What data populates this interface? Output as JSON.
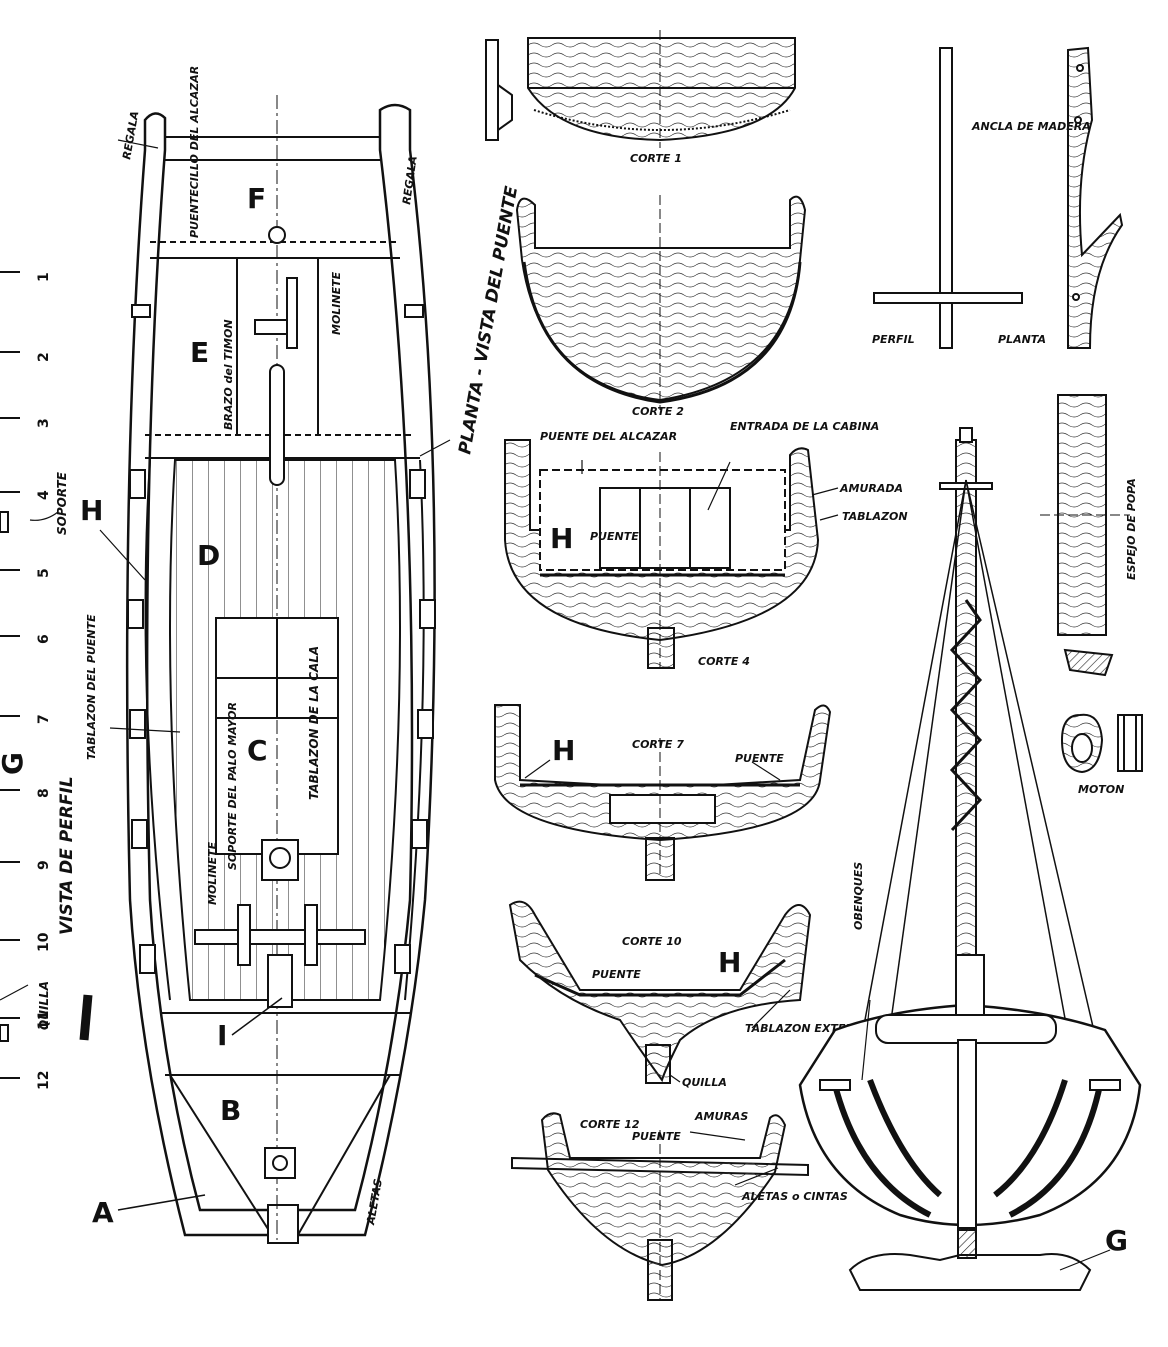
{
  "plan_view": {
    "title": "PLANTA - VISTA DEL PUENTE",
    "letters": {
      "f": "F",
      "e": "E",
      "d": "D",
      "c": "C",
      "b": "B",
      "h": "H",
      "i": "I",
      "a": "A"
    },
    "labels": {
      "regala_top": "REGALA",
      "regala_side": "REGALA",
      "puentecillo": "PUENTECILLO DEL ALCAZAR",
      "molinete_top": "MOLINETE",
      "brazo": "BRAZO del TIMON",
      "tablazon_cala": "TABLAZON DE LA CALA",
      "soporte_palo": "SOPORTE DEL PALO MAYOR",
      "molinete_bottom": "MOLINETE",
      "tablazon_puente": "TABLAZON DEL PUENTE",
      "aletas": "ALETAS"
    }
  },
  "profile_view": {
    "title": "VISTA DE PERFIL",
    "soporte": "SOPORTE",
    "quilla": "QUILLA",
    "letter_g": "G",
    "stations": [
      "1",
      "2",
      "3",
      "4",
      "5",
      "6",
      "7",
      "8",
      "9",
      "10",
      "11",
      "12"
    ]
  },
  "sections": {
    "corte1": "CORTE 1",
    "corte2": "CORTE 2",
    "corte4": {
      "title": "CORTE 4",
      "puente_alcazar": "PUENTE DEL ALCAZAR",
      "entrada": "ENTRADA DE LA CABINA",
      "amurada": "AMURADA",
      "tablazon": "TABLAZON",
      "puente": "PUENTE",
      "h": "H"
    },
    "corte7": {
      "title": "CORTE 7",
      "h": "H",
      "puente": "PUENTE"
    },
    "corte10": {
      "title": "CORTE 10",
      "puente": "PUENTE",
      "h": "H",
      "tablazon_ext": "TABLAZON EXTERIOR",
      "quilla": "QUILLA"
    },
    "corte12": {
      "title": "CORTE 12",
      "amuras": "AMURAS",
      "puente": "PUENTE",
      "aletas": "ALETAS o CINTAS"
    }
  },
  "anchor": {
    "title": "ANCLA DE MADERA",
    "perfil": "PERFIL",
    "planta": "PLANTA"
  },
  "stern": {
    "espejo": "ESPEJO DE POPA",
    "moton": "MOTON"
  },
  "bow_view": {
    "obenques": "OBENQUES",
    "g": "G"
  }
}
